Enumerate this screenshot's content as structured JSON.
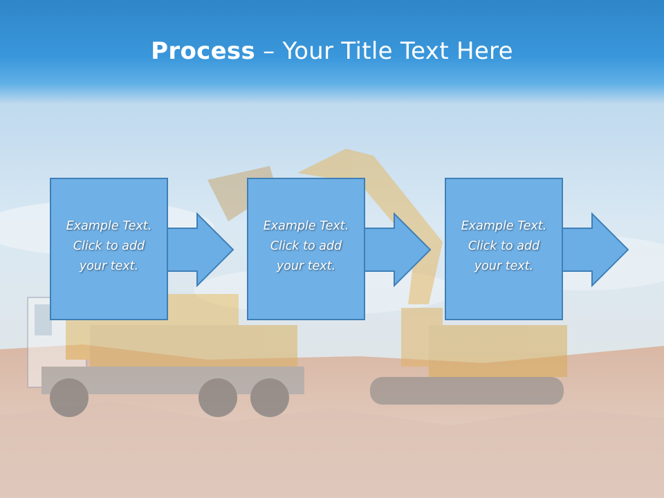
{
  "slide": {
    "title_bold": "Process",
    "title_rest": " – Your Title Text Here",
    "steps": [
      {
        "line1": "Example Text.",
        "line2": "Click  to add",
        "line3": "your text."
      },
      {
        "line1": "Example Text.",
        "line2": "Click  to add",
        "line3": "your text."
      },
      {
        "line1": "Example Text.",
        "line2": "Click  to add",
        "line3": "your text."
      }
    ]
  },
  "colors": {
    "header_blue": "#3a97db",
    "box_fill": "#6fb0e6",
    "box_border": "#3f7fb6",
    "arrow_fill": "#6aaee5"
  },
  "background": {
    "image_subject": "excavator-loading-dump-truck"
  }
}
